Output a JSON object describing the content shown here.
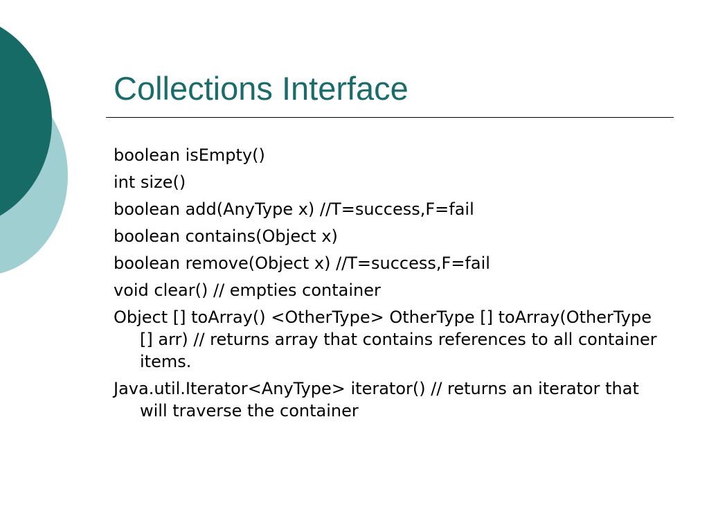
{
  "slide": {
    "title": "Collections Interface",
    "items": [
      "boolean isEmpty()",
      "int size()",
      "boolean add(AnyType x) //T=success,F=fail",
      "boolean contains(Object x)",
      "boolean remove(Object x) //T=success,F=fail",
      "void clear() // empties container",
      "Object [] toArray() <OtherType> OtherType [] toArray(OtherType [] arr) // returns array that contains references to all container items.",
      "Java.util.Iterator<AnyType> iterator() // returns an iterator that will traverse the container"
    ]
  },
  "colors": {
    "title": "#1a6b6b",
    "decor_dark": "#176b67",
    "decor_light": "#9fcfd0"
  }
}
